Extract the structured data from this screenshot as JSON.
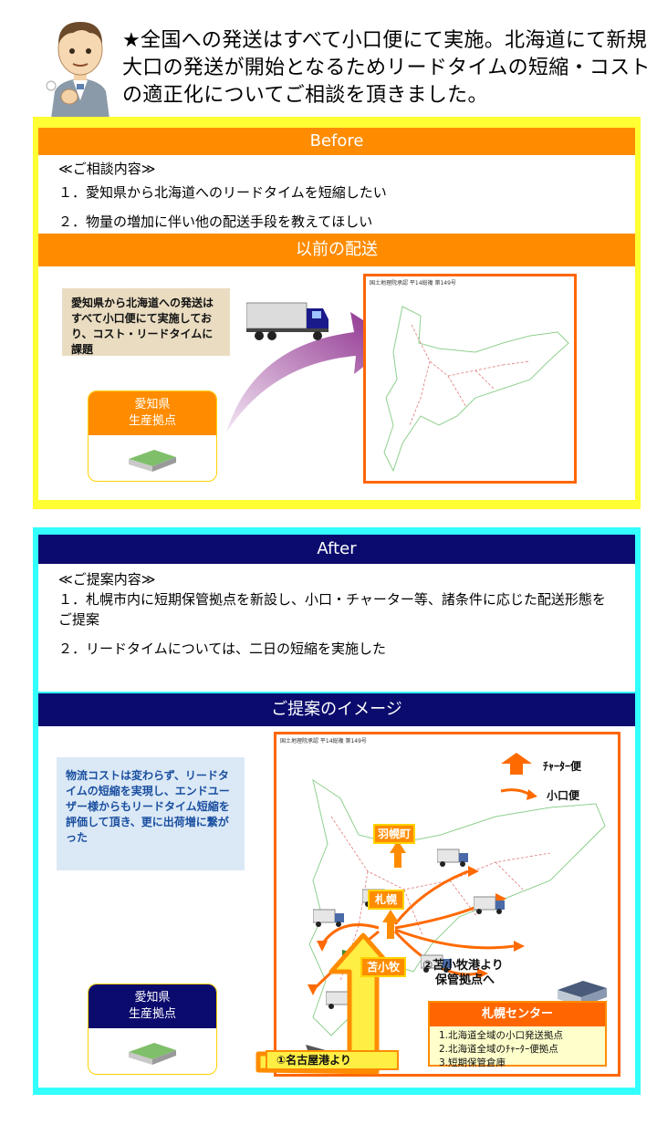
{
  "header": {
    "headline": "★全国への発送はすべて小口便にて実施。北海道にて新規大口の発送が開始となるためリードタイムの短縮・コストの適正化についてご相談を頂きました。"
  },
  "before": {
    "title": "Before",
    "consult_heading": "≪ご相談内容≫",
    "items": [
      "１．愛知県から北海道へのリードタイムを短縮したい",
      "２．物量の増加に伴い他の配送手段を教えてほしい"
    ],
    "section_title": "以前の配送",
    "note": "愛知県から北海道への発送はすべて小口便にて実施しており、コスト・リードタイムに課題",
    "plant_line1": "愛知県",
    "plant_line2": "生産拠点",
    "map_caption": "国土地理院承認 平14総複 第149号"
  },
  "after": {
    "title": "After",
    "proposal_heading": "≪ご提案内容≫",
    "items": [
      "１．札幌市内に短期保管拠点を新設し、小口・チャーター等、諸条件に応じた配送形態をご提案",
      "２．リードタイムについては、二日の短縮を実施した"
    ],
    "section_title": "ご提案のイメージ",
    "note": "物流コストは変わらず、リードタイムの短縮を実現し、エンドユーザー様からもリードタイム短縮を評価して頂き、更に出荷増に繋がった",
    "plant_line1": "愛知県",
    "plant_line2": "生産拠点",
    "map_caption": "国土地理院承認 平14総複 第149号",
    "legend": {
      "charter": "ﾁｬｰﾀｰ便",
      "small": "小口便"
    },
    "cities": {
      "hanedacho": "羽幌町",
      "sapporo": "札幌",
      "tomakomai": "苫小牧"
    },
    "route_note_line1": "②苫小牧港より",
    "route_note_line2": "保管拠点へ",
    "port_label": "①名古屋港より",
    "center": {
      "title": "札幌センター",
      "items": [
        "1.北海道全域の小口発送拠点",
        "2.北海道全域のﾁｬｰﾀｰ便拠点",
        "3.短期保管倉庫"
      ]
    }
  },
  "colors": {
    "orange": "#ff8c00",
    "yellow": "#ffff33",
    "cyan": "#33ffff",
    "navy": "#0b0b6e"
  }
}
